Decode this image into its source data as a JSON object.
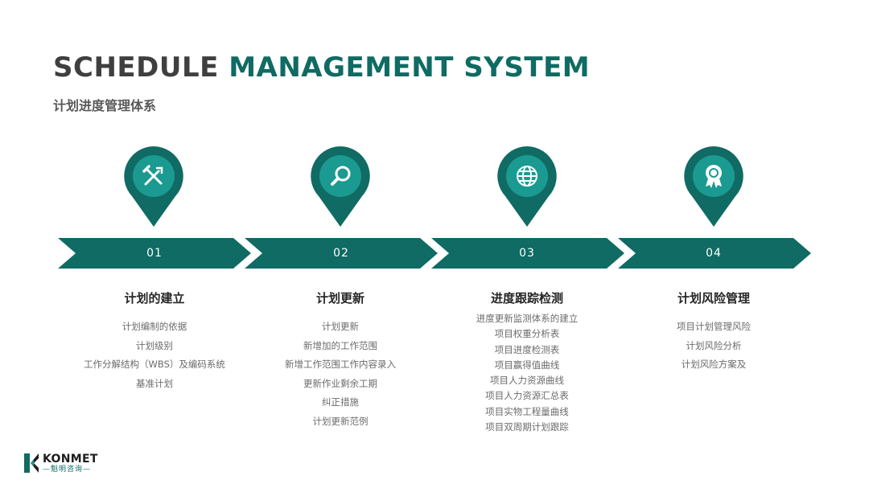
{
  "header": {
    "title_part1": "SCHEDULE",
    "title_part2": "MANAGEMENT SYSTEM",
    "subtitle": "计划进度管理体系"
  },
  "colors": {
    "accent": "#0f6b63",
    "dark_text": "#3f3f3f"
  },
  "steps": [
    {
      "number": "01",
      "icon": "tools-icon",
      "title": "计划的建立",
      "items": [
        "计划编制的依据",
        "计划级别",
        "工作分解结构（WBS）及编码系统",
        "基准计划"
      ]
    },
    {
      "number": "02",
      "icon": "magnifier-icon",
      "title": "计划更新",
      "items": [
        "计划更新",
        "新增加的工作范围",
        "新增工作范围工作内容录入",
        "更新作业剩余工期",
        "纠正措施",
        "计划更新范例"
      ]
    },
    {
      "number": "03",
      "icon": "globe-icon",
      "title": "进度跟踪检测",
      "items": [
        "进度更新监测体系的建立",
        "项目权重分析表",
        "项目进度检测表",
        "项目赢得值曲线",
        "项目人力资源曲线",
        "项目人力资源汇总表",
        "项目实物工程量曲线",
        "项目双周期计划跟踪"
      ]
    },
    {
      "number": "04",
      "icon": "award-icon",
      "title": "计划风险管理",
      "items": [
        "项目计划管理风险",
        "计划风险分析",
        "计划风险方案及"
      ]
    }
  ],
  "logo": {
    "name": "KONMET",
    "sub": "—魁明咨询—"
  }
}
